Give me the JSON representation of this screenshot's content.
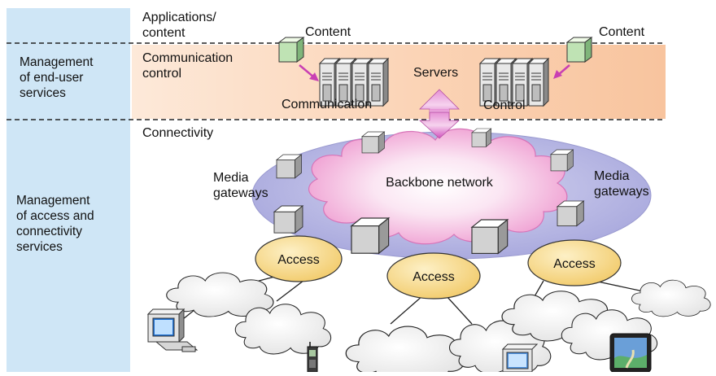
{
  "left_panel": {
    "end_user": "Management\nof end-user\nservices",
    "access": "Management\nof access and\nconnectivity\nservices"
  },
  "layers": {
    "applications": "Applications/\ncontent",
    "communication_control": "Communication\ncontrol",
    "connectivity": "Connectivity"
  },
  "labels": {
    "content_left": "Content",
    "content_right": "Content",
    "servers": "Servers",
    "communication": "Communication",
    "control": "Control",
    "backbone": "Backbone network",
    "media_gateways_left": "Media\ngateways",
    "media_gateways_right": "Media\ngateways",
    "access_1": "Access",
    "access_2": "Access",
    "access_3": "Access"
  },
  "colors": {
    "left_panel": "#cfe6f6",
    "control_band": "#f8c9a4",
    "backbone_ellipse": "#b9b9e3",
    "backbone_cloud": "#f2b9dc",
    "access_fill": "#f7dc8f",
    "arrow": "#d659c2"
  }
}
